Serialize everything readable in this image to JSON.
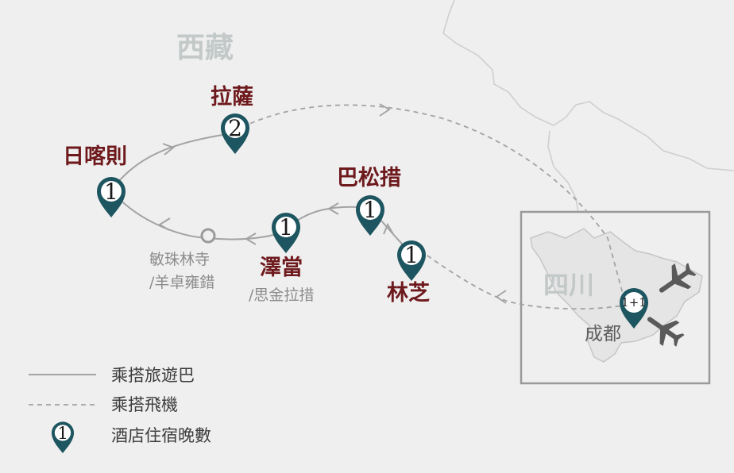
{
  "regions": {
    "tibet": "西藏",
    "sichuan": "四川"
  },
  "cities": {
    "lhasa": "拉薩",
    "shigatse": "日喀則",
    "basum_tso": "巴松措",
    "nyingchi": "林芝",
    "tsetang": "澤當",
    "chengdu": "成都"
  },
  "stop_notes": {
    "tsetang_line1": "/思金拉措",
    "tsetang_line2": "",
    "monastery_line1": "敏珠林寺",
    "monastery_line2": "/羊卓雍錯"
  },
  "hotel_nights": {
    "lhasa": "2",
    "shigatse": "1",
    "basum_tso": "1",
    "nyingchi": "1",
    "tsetang": "1",
    "chengdu": "1+1"
  },
  "legend": {
    "bus": "乘搭旅遊巴",
    "flight": "乘搭飛機",
    "hotel_pin_number": "1",
    "hotel": "酒店住宿晚數"
  },
  "colors": {
    "background": "#efefef",
    "pin": "#1d5560",
    "city_label": "#6e1a1d",
    "route": "#a3a3a3",
    "inset_border": "#9a9a9a"
  },
  "icons": [
    "map-pin-icon",
    "airplane-icon",
    "waypoint-circle-icon",
    "route-arrow-icon"
  ]
}
